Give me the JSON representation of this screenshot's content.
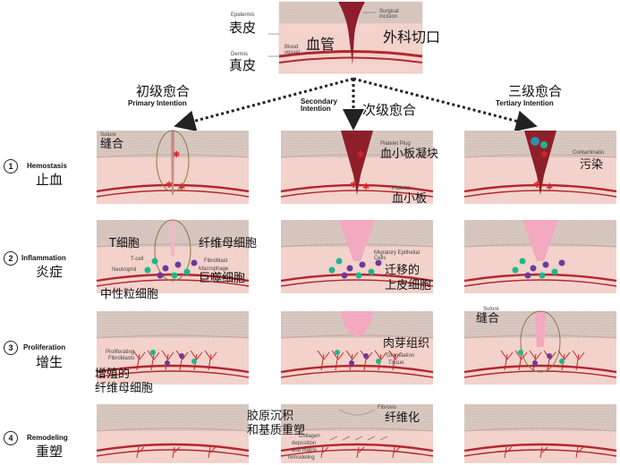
{
  "top": {
    "epidermis_en": "Epidermis",
    "epidermis_cn": "表皮",
    "dermis_en": "Dermis",
    "dermis_cn": "真皮",
    "blood_vessel_en": "Blood vessel",
    "blood_vessel_cn": "血管",
    "incision_en": "Surgical incision",
    "incision_cn": "外科切口"
  },
  "columns": [
    {
      "cn": "初级愈合",
      "en": "Primary Intention"
    },
    {
      "cn": "次级愈合",
      "en": "Secondary Intention"
    },
    {
      "cn": "三级愈合",
      "en": "Tertiary Intention"
    }
  ],
  "stages": [
    {
      "num": "1",
      "en": "Hemostasis",
      "cn": "止血"
    },
    {
      "num": "2",
      "en": "Inflammation",
      "cn": "炎症"
    },
    {
      "num": "3",
      "en": "Proliferation",
      "cn": "增生"
    },
    {
      "num": "4",
      "en": "Remodeling",
      "cn": "重塑"
    }
  ],
  "labels": {
    "suture_en": "Suture",
    "suture_cn": "缝合",
    "platelet_plug_en": "Platelet Plug",
    "platelet_plug_cn": "血小板凝块",
    "platelet_en": "Platelet",
    "platelet_cn": "血小板",
    "contamination_en": "Contaminatio",
    "contamination_cn": "污染",
    "tcell_cn": "T细胞",
    "tcell_en": "T-cell",
    "fibroblast_cn": "纤维母细胞",
    "fibroblast_en": "Fibroblast",
    "neutrophil_en": "Neutrophil",
    "macrophage_en": "Macrophage",
    "macrophage_cn": "巨噬细胞",
    "neutrophil_cn": "中性粒细胞",
    "migratory_en": "Migratory Epithelial Cells",
    "migratory_cn_1": "迁移的",
    "migratory_cn_2": "上皮细胞",
    "proliferating_en_1": "Proliferating",
    "proliferating_en_2": "Fibroblasts",
    "proliferating_cn_1": "增殖的",
    "proliferating_cn_2": "纤维母细胞",
    "granulation_cn": "肉芽组织",
    "granulation_en_1": "Granulation",
    "granulation_en_2": "Tissue",
    "suture2_en": "Suture",
    "suture2_cn": "缝合",
    "collagen_cn_1": "胶原沉积",
    "collagen_cn_2": "和基质重塑",
    "fibrosis_en": "Fibrosis",
    "fibrosis_cn": "纤维化",
    "collagen_en_1": "Collagen",
    "collagen_en_2": "deposition",
    "collagen_en_3": "and matrix",
    "collagen_en_4": "remodeling"
  },
  "colors": {
    "epidermis": "#d9c9c2",
    "dermis": "#f2d2cb",
    "vessel": "#b3262f",
    "clot": "#8e1f2a",
    "cell_green": "#1fb58a",
    "cell_purple": "#6b3a9c",
    "suture": "#8a7a4a"
  }
}
